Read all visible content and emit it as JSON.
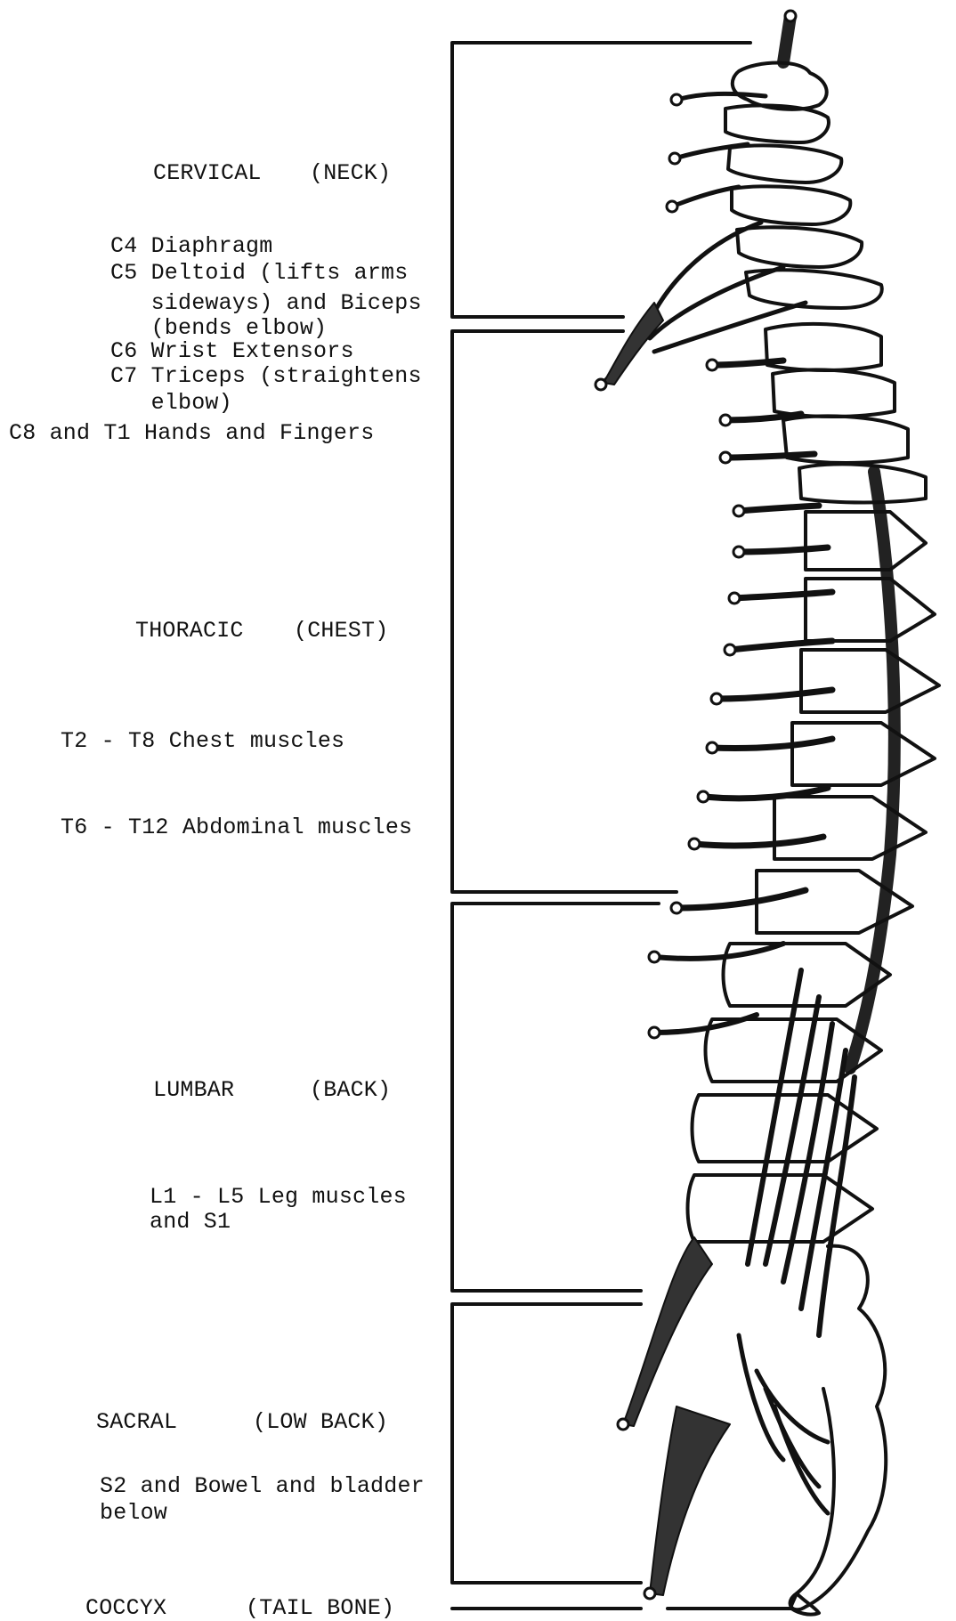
{
  "regions": {
    "cervical": {
      "title": "CERVICAL",
      "subtitle": "(NECK)",
      "lines": [
        "C4 Diaphragm",
        "C5 Deltoid (lifts arms",
        "   sideways) and Biceps",
        "   (bends elbow)",
        "C6 Wrist Extensors",
        "C7 Triceps (straightens",
        "   elbow)",
        "C8 and T1 Hands and Fingers"
      ]
    },
    "thoracic": {
      "title": "THORACIC",
      "subtitle": "(CHEST)",
      "lines": [
        "T2 - T8 Chest muscles",
        "T6 - T12 Abdominal muscles"
      ]
    },
    "lumbar": {
      "title": "LUMBAR",
      "subtitle": "(BACK)",
      "lines": [
        "L1 - L5 Leg muscles",
        "and S1"
      ]
    },
    "sacral": {
      "title": "SACRAL",
      "subtitle": "(LOW BACK)",
      "lines": [
        "S2 and Bowel and bladder",
        "below"
      ]
    },
    "coccyx": {
      "title": "COCCYX",
      "subtitle": "(TAIL BONE)"
    }
  }
}
